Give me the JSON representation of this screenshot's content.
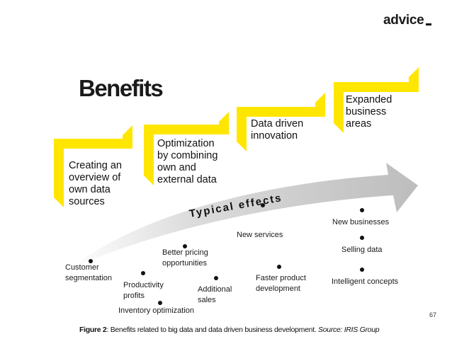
{
  "brand": {
    "logo_text": "advice"
  },
  "title": "Benefits",
  "steps": [
    {
      "text": [
        "Creating an",
        "overview of",
        "own data",
        "sources"
      ]
    },
    {
      "text": [
        "Optimization",
        "by combining",
        "own and",
        "external data"
      ]
    },
    {
      "text": [
        "Data driven",
        "innovation"
      ]
    },
    {
      "text": [
        "Expanded",
        "business",
        "areas"
      ]
    }
  ],
  "arrow_label": "Typical effects",
  "effects": [
    {
      "lines": [
        "Customer",
        "segmentation"
      ]
    },
    {
      "lines": [
        "Productivity",
        "profits"
      ]
    },
    {
      "lines": [
        "Inventory optimization"
      ]
    },
    {
      "lines": [
        "Better pricing",
        "opportunities"
      ]
    },
    {
      "lines": [
        "Additional",
        "sales"
      ]
    },
    {
      "lines": [
        "New services"
      ]
    },
    {
      "lines": [
        "Faster product",
        "development"
      ]
    },
    {
      "lines": [
        "New businesses"
      ]
    },
    {
      "lines": [
        "Selling data"
      ]
    },
    {
      "lines": [
        "Intelligent concepts"
      ]
    }
  ],
  "page_number": "67",
  "caption": {
    "figure": "Figure 2",
    "text": ": Benefits related to big data and data driven business development. ",
    "source": "Source: IRIS Group"
  },
  "colors": {
    "accent": "#FFE600",
    "arrow": "#C8C8C8",
    "text": "#1a1a1a"
  }
}
